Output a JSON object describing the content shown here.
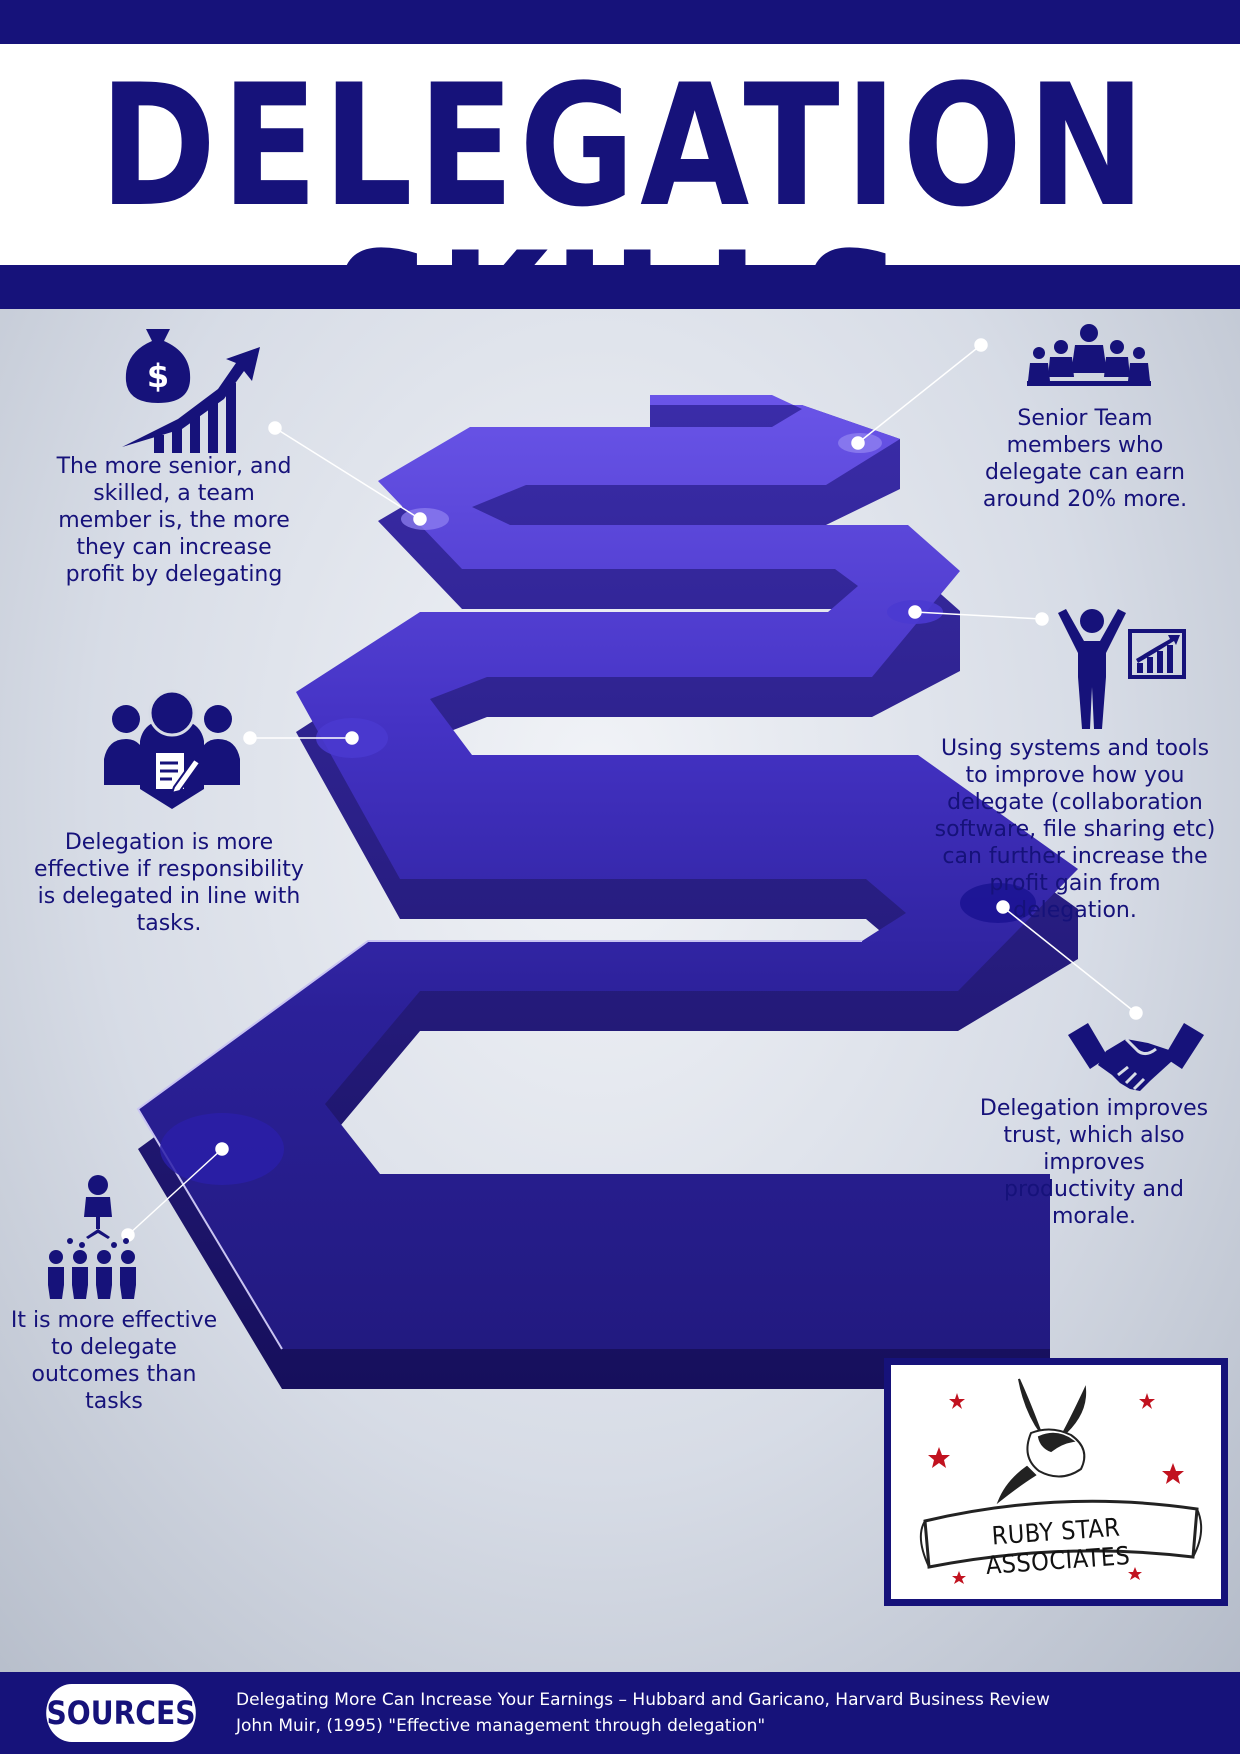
{
  "title": "DELEGATION SKILLS",
  "notes": {
    "senior_skilled": "The more senior, and skilled, a team member is, the more they can increase profit by delegating",
    "senior_team": "Senior Team members who delegate can earn around 20% more.",
    "systems_tools": "Using systems and tools to improve how you delegate (collaboration software, file sharing etc) can further increase the profit gain from delegation.",
    "responsibility": "Delegation is more effective if responsibility is delegated in line with tasks.",
    "trust": "Delegation improves trust, which also improves productivity and morale.",
    "outcomes": "It is more effective to delegate outcomes than tasks"
  },
  "icons": {
    "senior_skilled": "money-bag-growth-chart-icon",
    "senior_team": "team-group-icon",
    "systems_tools": "person-with-chart-icon",
    "responsibility": "team-document-icon",
    "trust": "handshake-icon",
    "outcomes": "hierarchy-delegation-icon"
  },
  "logo": {
    "text": "RUBY STAR ASSOCIATES",
    "image": "swallow-bird-with-stars-logo"
  },
  "footer": {
    "sources_label": "SOURCES",
    "source_1": "Delegating More Can Increase Your Earnings – Hubbard and Garicano, Harvard Business Review",
    "source_2": "John Muir, (1995) \"Effective management through delegation\""
  },
  "colors": {
    "navy": "#16127a",
    "path_light": "#5540d8",
    "path_dark": "#231a8c",
    "background": "#d7dce6"
  }
}
